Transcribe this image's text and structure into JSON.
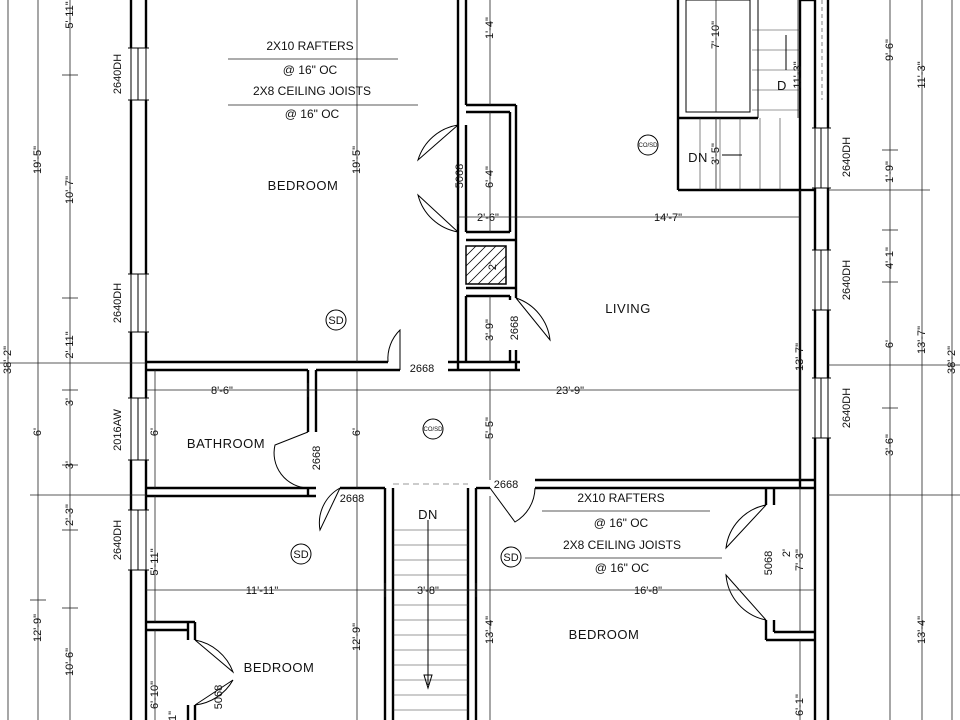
{
  "rooms": {
    "bedroom_top": "BEDROOM",
    "living": "LIVING",
    "bathroom": "BATHROOM",
    "bedroom_right": "BEDROOM",
    "bedroom_left": "BEDROOM"
  },
  "notes": {
    "rafters_top_1": "2X10 RAFTERS",
    "rafters_top_2": "@ 16\" OC",
    "joists_top_1": "2X8 CEILING JOISTS",
    "joists_top_2": "@ 16\" OC",
    "rafters_right_1": "2X10 RAFTERS",
    "rafters_right_2": "@ 16\" OC",
    "joists_right_1": "2X8 CEILING JOISTS",
    "joists_right_2": "@ 16\" OC"
  },
  "stairs": {
    "dn_center": "DN",
    "dn_top": "DN",
    "d_top": "D"
  },
  "symbols": {
    "sd_1": "SD",
    "sd_2": "SD",
    "sd_3": "SD",
    "cosd_1": "CO/SD",
    "cosd_2": "CO/SD"
  },
  "windows": {
    "left_1": "2640DH",
    "left_2": "2640DH",
    "left_3": "2016AW",
    "left_4": "2640DH",
    "right_1": "2640DH",
    "right_2": "2640DH",
    "right_3": "2640DH"
  },
  "doors": {
    "closet_top": "5068",
    "closet_mid": "2668",
    "bed_top": "2668",
    "bath": "2668",
    "hall": "2668",
    "bed_right": "2668",
    "closet_right": "5068",
    "closet_left": "5068"
  },
  "dimensions": {
    "left_far_38_2": "38'-2\"",
    "left_19_5": "19'-5\"",
    "left_10_7": "10'-7\"",
    "left_5_11": "5'-11\"",
    "left_2_11": "2'-11\"",
    "left_6": "6'",
    "left_3a": "3'",
    "left_3b": "3'",
    "left_2_3": "2'-3\"",
    "left_12_9": "12'-9\"",
    "left_10_6": "10'-6\"",
    "inner_6": "6'",
    "inner_5_11": "5'-11\"",
    "inner_6_10": "6'-10\"",
    "inner_1": "1\"",
    "mid_19_5": "19'-5\"",
    "mid_6": "6'",
    "mid_12_9": "12'-9\"",
    "closet_6_4": "6'-4\"",
    "closet_1_4": "1'-4\"",
    "closet_2_6": "2'-6\"",
    "closet_2": "2'",
    "closet_3_9": "3'-9\"",
    "center_5_5": "5'-5\"",
    "center_13_4": "13'-4\"",
    "horiz_14_7": "14'-7\"",
    "horiz_8_6": "8'-6\"",
    "horiz_23_9": "23'-9\"",
    "horiz_11_11": "11'-11\"",
    "horiz_3_8": "3'-8\"",
    "horiz_16_8": "16'-8\"",
    "stair_7_10": "7'-10\"",
    "stair_11_3": "11'-3\"",
    "stair_3_5": "3'-5\"",
    "right_13_7": "13'-7\"",
    "right_7_3": "7'-3\"",
    "right_2": "2'",
    "right_6_1": "6'-1\"",
    "outer_9_6": "9'-6\"",
    "outer_1_9": "1'-9\"",
    "outer_4_1": "4'-1\"",
    "outer_6": "6'",
    "outer_3_6": "3'-6\"",
    "outer_11_3": "11'-3\"",
    "outer_13_7": "13'-7\"",
    "outer_13_4": "13'-4\"",
    "right_far_38_2": "38'-2\""
  }
}
